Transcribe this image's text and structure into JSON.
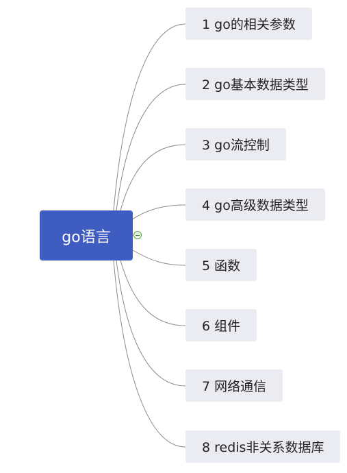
{
  "central_topic": "go语言",
  "topics": [
    "1 go的相关参数",
    "2 go基本数据类型",
    "3 go流控制",
    "4 go高级数据类型",
    "5 函数",
    "6 组件",
    "7 网络通信",
    "8 redis非关系数据库"
  ],
  "colors": {
    "root_fill": "#3f5cc0",
    "node_fill": "#ebebf2",
    "connector": "#8a8a8a",
    "collapse_toggle": "#5aa04a"
  }
}
